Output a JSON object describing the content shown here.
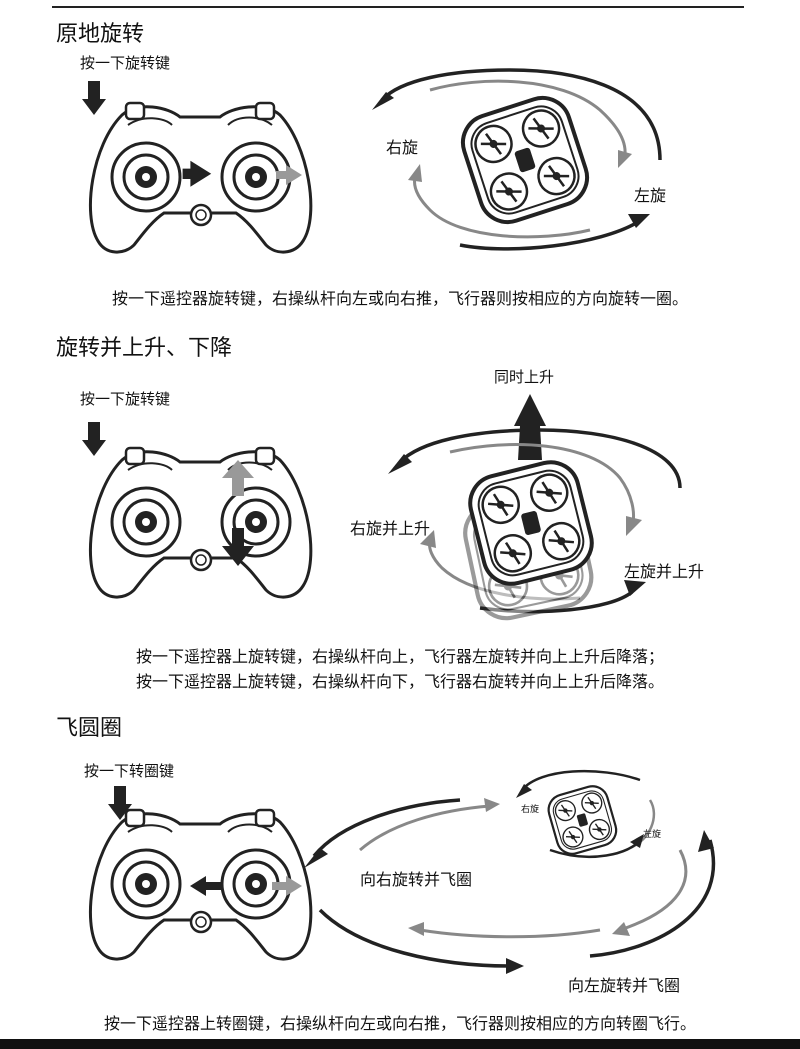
{
  "sections": [
    {
      "title": "原地旋转",
      "key_label": "按一下旋转键",
      "labels": [
        "右旋",
        "左旋"
      ],
      "captions": [
        "按一下遥控器旋转键，右操纵杆向左或向右推，飞行器则按相应的方向旋转一圈。"
      ]
    },
    {
      "title": "旋转并上升、下降",
      "key_label": "按一下旋转键",
      "labels": [
        "同时上升",
        "右旋并上升",
        "左旋并上升"
      ],
      "captions": [
        "按一下遥控器上旋转键，右操纵杆向上，飞行器左旋转并向上上升后降落；",
        "按一下遥控器上旋转键，右操纵杆向下，飞行器右旋转并向上上升后降落。"
      ]
    },
    {
      "title": "飞圆圈",
      "key_label": "按一下转圈键",
      "labels": [
        "右旋",
        "左旋",
        "向右旋转并飞圈",
        "向左旋转并飞圈"
      ],
      "captions": [
        "按一下遥控器上转圈键，右操纵杆向左或向右推，飞行器则按相应的方向转圈飞行。"
      ]
    }
  ]
}
